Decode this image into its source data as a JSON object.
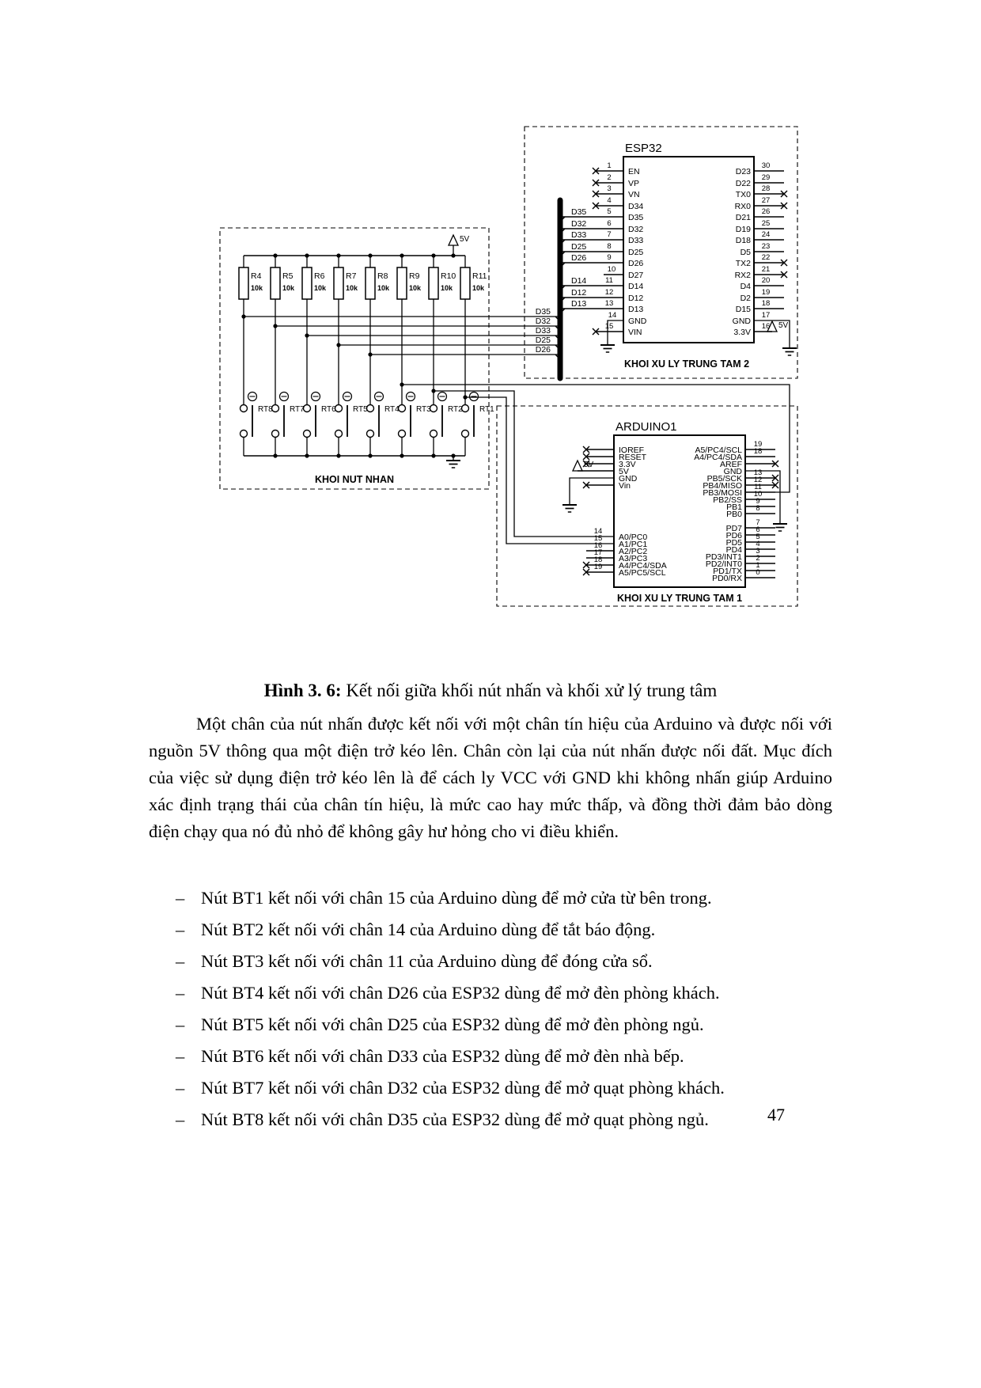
{
  "page": {
    "number": "47"
  },
  "caption": {
    "label": "Hình 3. 6:",
    "text": " Kết nối giữa khối nút nhấn và khối xử lý trung tâm"
  },
  "paragraph": "Một chân của nút nhấn được kết nối với một chân tín hiệu của Arduino và được nối với nguồn 5V thông qua một điện trở kéo lên. Chân còn lại của nút nhấn được nối đất. Mục đích của việc sử dụng điện trở kéo lên là để cách ly VCC với GND khi không nhấn giúp Arduino xác định trạng thái của chân tín hiệu, là mức cao hay mức thấp, và đồng thời đảm bảo dòng điện chạy qua nó đủ nhỏ để không gây hư hỏng cho vi điều khiển.",
  "list_marker": "–",
  "list": [
    "Nút BT1 kết nối với chân 15 của Arduino dùng để mở cửa từ bên trong.",
    "Nút BT2 kết nối với chân 14 của Arduino dùng để tắt báo động.",
    "Nút BT3 kết nối với chân 11 của Arduino dùng để đóng cửa sổ.",
    "Nút BT4 kết nối với chân D26 của ESP32 dùng để mở đèn phòng khách.",
    "Nút BT5 kết nối với chân D25 của ESP32 dùng để mở đèn phòng ngủ.",
    "Nút BT6 kết nối với chân D33 của ESP32 dùng để mở đèn nhà bếp.",
    "Nút BT7 kết nối với chân D32 của ESP32 dùng để mở quạt phòng khách.",
    "Nút BT8 kết nối với chân D35 của ESP32 dùng để mở quạt phòng ngủ."
  ],
  "schematic": {
    "esp32": {
      "title": "ESP32",
      "block_label": "KHOI XU LY TRUNG TAM 2",
      "left_pins": [
        {
          "num": "1",
          "name": "EN"
        },
        {
          "num": "2",
          "name": "VP"
        },
        {
          "num": "3",
          "name": "VN"
        },
        {
          "num": "4",
          "name": "D34"
        },
        {
          "num": "5",
          "name": "D35"
        },
        {
          "num": "6",
          "name": "D32"
        },
        {
          "num": "7",
          "name": "D33"
        },
        {
          "num": "8",
          "name": "D25"
        },
        {
          "num": "9",
          "name": "D26"
        },
        {
          "num": "10",
          "name": "D27"
        },
        {
          "num": "11",
          "name": "D14"
        },
        {
          "num": "12",
          "name": "D12"
        },
        {
          "num": "13",
          "name": "D13"
        },
        {
          "num": "14",
          "name": "GND"
        },
        {
          "num": "15",
          "name": "VIN"
        }
      ],
      "right_pins": [
        {
          "num": "30",
          "name": "D23"
        },
        {
          "num": "29",
          "name": "D22"
        },
        {
          "num": "28",
          "name": "TX0"
        },
        {
          "num": "27",
          "name": "RX0"
        },
        {
          "num": "26",
          "name": "D21"
        },
        {
          "num": "25",
          "name": "D19"
        },
        {
          "num": "24",
          "name": "D18"
        },
        {
          "num": "23",
          "name": "D5"
        },
        {
          "num": "22",
          "name": "TX2"
        },
        {
          "num": "21",
          "name": "RX2"
        },
        {
          "num": "20",
          "name": "D4"
        },
        {
          "num": "19",
          "name": "D2"
        },
        {
          "num": "18",
          "name": "D15"
        },
        {
          "num": "17",
          "name": "GND"
        },
        {
          "num": "16",
          "name": "3.3V"
        }
      ],
      "bus_labels": [
        "D35",
        "D32",
        "D33",
        "D25",
        "D26",
        "D14",
        "D12",
        "D13"
      ],
      "supply_label": "5V"
    },
    "buttons": {
      "block_label": "KHOI NUT NHAN",
      "supply_label": "5V",
      "resistors": [
        {
          "name": "R4",
          "value": "10k"
        },
        {
          "name": "R5",
          "value": "10k"
        },
        {
          "name": "R6",
          "value": "10k"
        },
        {
          "name": "R7",
          "value": "10k"
        },
        {
          "name": "R8",
          "value": "10k"
        },
        {
          "name": "R9",
          "value": "10k"
        },
        {
          "name": "R10",
          "value": "10k"
        },
        {
          "name": "R11",
          "value": "10k"
        }
      ],
      "switches": [
        "RT8",
        "RT7",
        "RT6",
        "RT5",
        "RT4",
        "RT3",
        "RT2",
        "RT1"
      ],
      "bus_taps": [
        "D35",
        "D32",
        "D33",
        "D25",
        "D26"
      ]
    },
    "arduino": {
      "title": "ARDUINO1",
      "block_label": "KHOI XU LY TRUNG TAM 1",
      "supply_label": "5V",
      "power_pins": [
        "IOREF",
        "RESET",
        "3.3V",
        "5V",
        "GND",
        "Vin"
      ],
      "analog_pins": [
        {
          "num": "14",
          "name": "A0/PC0"
        },
        {
          "num": "15",
          "name": "A1/PC1"
        },
        {
          "num": "16",
          "name": "A2/PC2"
        },
        {
          "num": "17",
          "name": "A3/PC3"
        },
        {
          "num": "18",
          "name": "A4/PC4/SDA"
        },
        {
          "num": "19",
          "name": "A5/PC5/SCL"
        }
      ],
      "right_pins": [
        {
          "num": "19",
          "name": "A5/PC4/SCL"
        },
        {
          "num": "18",
          "name": "A4/PC4/SDA"
        },
        {
          "num": "",
          "name": "AREF"
        },
        {
          "num": "",
          "name": "GND"
        },
        {
          "num": "13",
          "name": "PB5/SCK"
        },
        {
          "num": "12",
          "name": "PB4/MISO"
        },
        {
          "num": "11",
          "name": "PB3/MOSI"
        },
        {
          "num": "10",
          "name": "PB2/SS"
        },
        {
          "num": "9",
          "name": "PB1"
        },
        {
          "num": "8",
          "name": "PB0"
        },
        {
          "num": "7",
          "name": "PD7"
        },
        {
          "num": "6",
          "name": "PD6"
        },
        {
          "num": "5",
          "name": "PD5"
        },
        {
          "num": "4",
          "name": "PD4"
        },
        {
          "num": "3",
          "name": "PD3/INT1"
        },
        {
          "num": "2",
          "name": "PD2/INT0"
        },
        {
          "num": "1",
          "name": "PD1/TX"
        },
        {
          "num": "0",
          "name": "PD0/RX"
        }
      ]
    }
  }
}
